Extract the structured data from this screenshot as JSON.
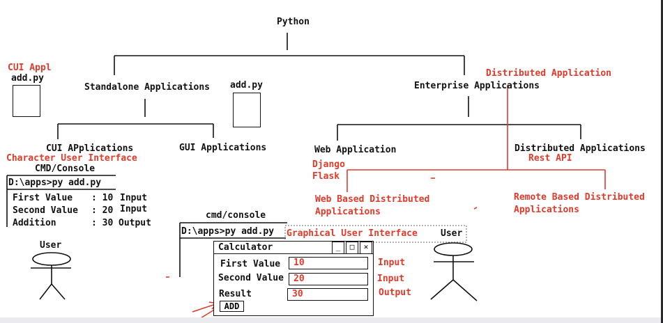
{
  "title": "Python",
  "left": {
    "cui_appl_label": "CUI Appl",
    "add_py_left": "add.py",
    "standalone": "Standalone Applications",
    "add_py_mid": "add.py",
    "cui_applications": "CUI APplications",
    "character_ui": "Character User Interface",
    "cmd_console": "CMD/Console",
    "console_cmd": "D:\\apps>py add.py",
    "rows": [
      {
        "label": "First Value",
        "value": ": 10",
        "kind": "Input"
      },
      {
        "label": "Second Value",
        "value": ": 20",
        "kind": "Input"
      },
      {
        "label": "Addition",
        "value": ": 30",
        "kind": "Output"
      }
    ],
    "user_label": "User"
  },
  "gui": {
    "gui_applications": "GUI Applications",
    "cmd_console": "cmd/console",
    "console_cmd": "D:\\apps>py add.py",
    "graphical_ui": "Graphical User Interface",
    "window_title": "Calculator",
    "window_buttons": [
      "_",
      "□",
      "✕"
    ],
    "fields": [
      {
        "label": "First Value",
        "value": "10",
        "kind": "Input"
      },
      {
        "label": "Second Value",
        "value": "20",
        "kind": "Input"
      },
      {
        "label": "Result",
        "value": "30",
        "kind": "Output"
      }
    ],
    "add_button": "ADD",
    "user_label": "User"
  },
  "enterprise": {
    "enterprise": "Enterprise Applications",
    "distributed_application": "Distributed Application",
    "web_application": "Web Application",
    "django": "Django",
    "flask": "Flask",
    "distributed_applications": "Distributed Applications",
    "rest_api": "Rest API",
    "web_based_1": "Web Based Distributed",
    "web_based_2": "Applications",
    "remote_based_1": "Remote Based Distributed",
    "remote_based_2": "Applications"
  },
  "colors": {
    "ink": "#111111",
    "annotation": "#e03a2a"
  }
}
